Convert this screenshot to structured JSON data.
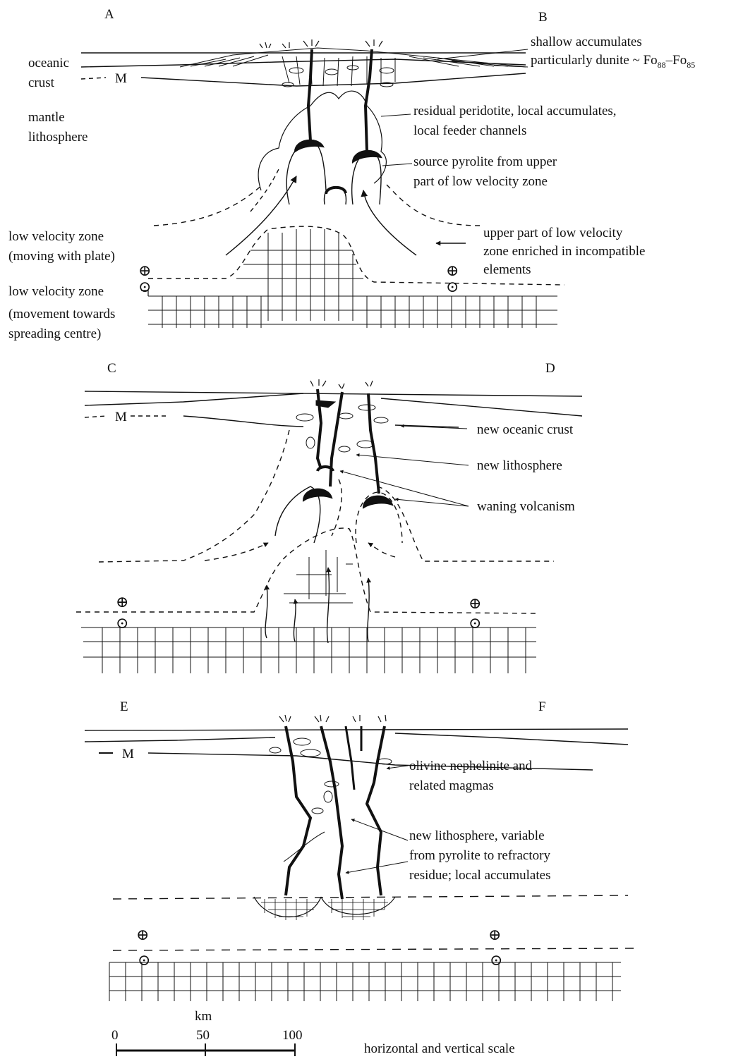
{
  "panels": {
    "top": {
      "letter_left": "A",
      "letter_right": "B",
      "moho": "M",
      "oceanic_crust": "oceanic\ncrust",
      "mantle_lithosphere": "mantle\nlithosphere",
      "shallow_accumulates_line1": "shallow accumulates",
      "shallow_accumulates_line2_prefix": "particularly dunite ~ Fo",
      "fo_sub1": "88",
      "fo_dash": "–Fo",
      "fo_sub2": "85",
      "residual_peridotite": "residual peridotite, local accumulates,\nlocal feeder channels",
      "source_pyrolite": "source pyrolite from upper\npart of low velocity zone",
      "lvz_moving": "low velocity zone\n(moving with plate)",
      "lvz_upper": "upper part of low velocity\nzone enriched in incompatible\nelements",
      "lvz_movement_line1": "low velocity zone",
      "lvz_movement_rest": "(movement towards\nspreading centre)"
    },
    "middle": {
      "letter_left": "C",
      "letter_right": "D",
      "moho": "M",
      "new_oceanic_crust": "new oceanic crust",
      "new_lithosphere": "new lithosphere",
      "waning_volcanism": "waning volcanism"
    },
    "bottom": {
      "letter_left": "E",
      "letter_right": "F",
      "moho": "M",
      "olivine_nephelinite": "olivine nephelinite and\nrelated magmas",
      "new_lithosphere_variable": "new lithosphere, variable\nfrom pyrolite to refractory\nresidue; local accumulates"
    }
  },
  "scale": {
    "unit": "km",
    "ticks": [
      "0",
      "50",
      "100"
    ],
    "caption": "horizontal and vertical scale"
  },
  "symbols": {
    "into_page": "⊕",
    "out_of_page": "⊙"
  }
}
